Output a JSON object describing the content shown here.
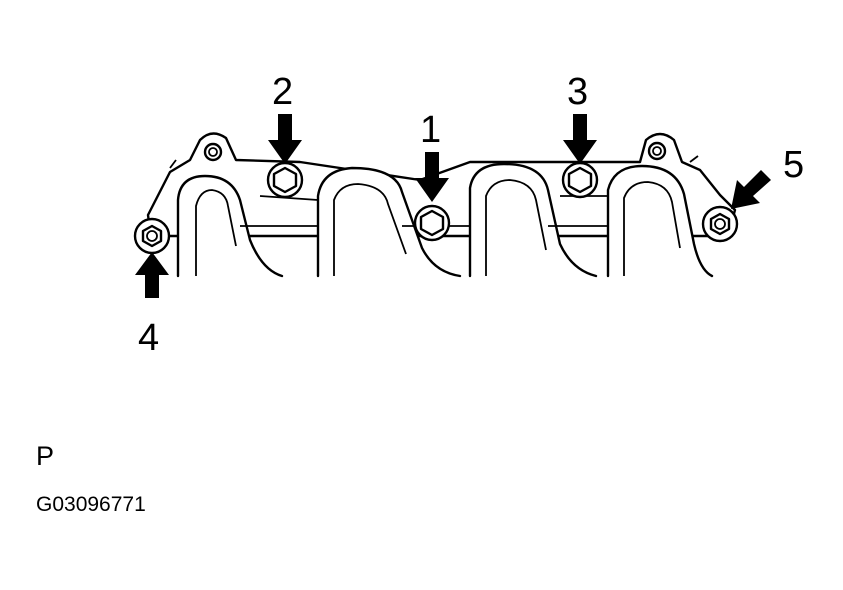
{
  "callouts": {
    "c1": "1",
    "c2": "2",
    "c3": "3",
    "c4": "4",
    "c5": "5"
  },
  "corner_label": "P",
  "figure_code": "G03096771"
}
